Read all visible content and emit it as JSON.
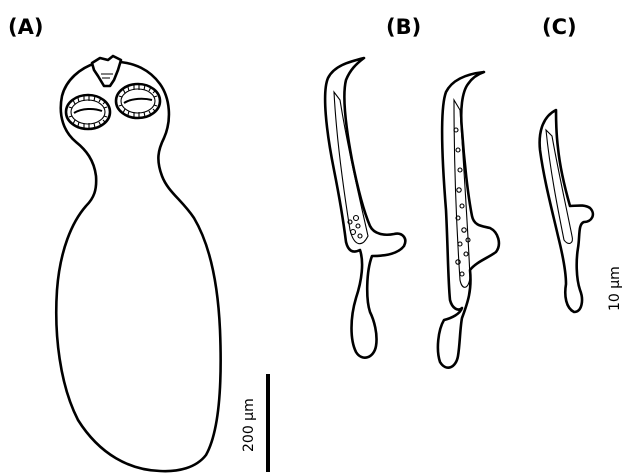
{
  "panels": [
    {
      "label": "(A)"
    },
    {
      "label": "(B)"
    },
    {
      "label": "(C)"
    }
  ],
  "scale_bars": [
    {
      "label": "200 µm"
    },
    {
      "label": "10 µm"
    }
  ]
}
